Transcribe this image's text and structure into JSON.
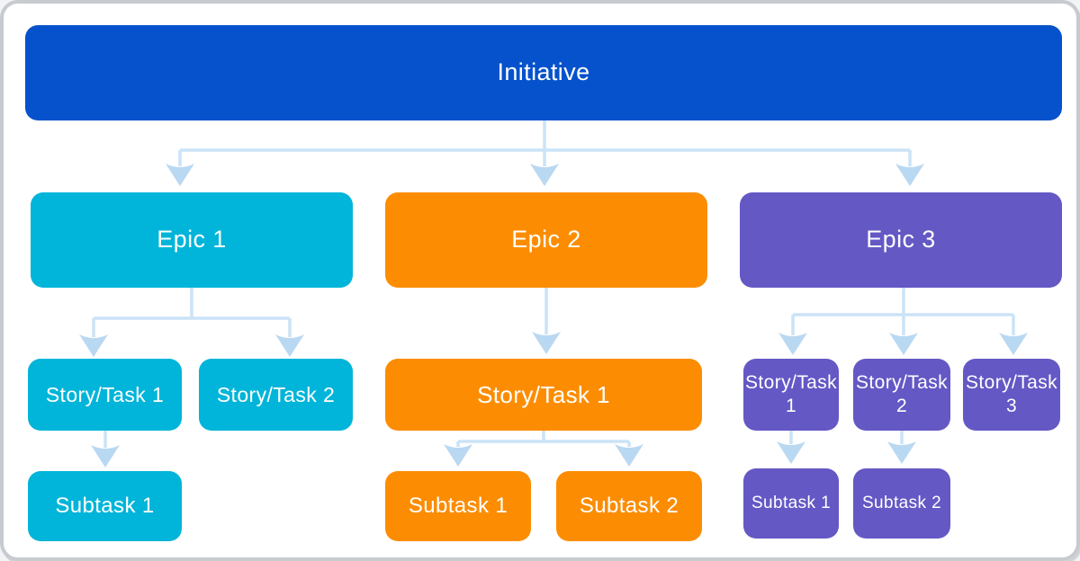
{
  "diagram": {
    "root": {
      "label": "Initiative",
      "color": "#0652CC"
    },
    "epics": [
      {
        "label": "Epic 1",
        "color": "#00B5D9",
        "stories": [
          {
            "label": "Story/Task 1",
            "subtasks": [
              {
                "label": "Subtask 1"
              }
            ]
          },
          {
            "label": "Story/Task 2",
            "subtasks": []
          }
        ]
      },
      {
        "label": "Epic 2",
        "color": "#FC8D03",
        "stories": [
          {
            "label": "Story/Task 1",
            "subtasks": [
              {
                "label": "Subtask 1"
              },
              {
                "label": "Subtask 2"
              }
            ]
          }
        ]
      },
      {
        "label": "Epic 3",
        "color": "#6458C5",
        "stories": [
          {
            "label": "Story/Task 1",
            "subtasks": [
              {
                "label": "Subtask 1"
              }
            ]
          },
          {
            "label": "Story/Task 2",
            "subtasks": [
              {
                "label": "Subtask 2"
              }
            ]
          },
          {
            "label": "Story/Task 3",
            "subtasks": []
          }
        ]
      }
    ],
    "connector": {
      "line_color": "#CBE3F7",
      "arrow_color": "#B9D8F2"
    },
    "text_color": "#FFFFFF",
    "frame_border_color": "#C7CBD0",
    "card_background": "#FFFFFF"
  }
}
